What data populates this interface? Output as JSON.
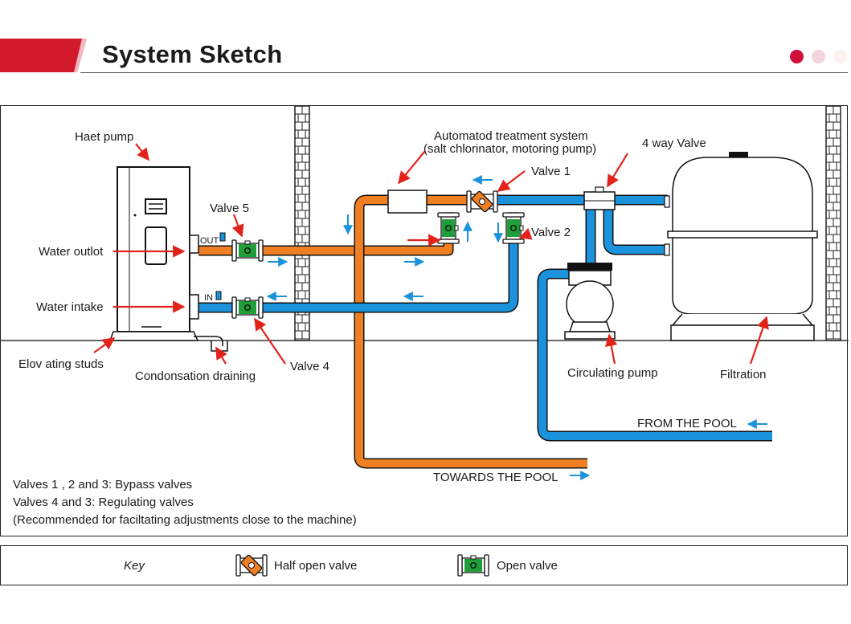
{
  "header": {
    "title": "System Sketch",
    "accent_color": "#c8102e",
    "pager": [
      {
        "color": "#d0103a",
        "state": "active"
      },
      {
        "color": "#f3d3dc",
        "state": "inactive"
      },
      {
        "color": "#faf3ef",
        "state": "inactive"
      }
    ]
  },
  "colors": {
    "hot_pipe": "#f07f23",
    "cold_pipe": "#1a93dc",
    "flow_arrow": "#1a93dc",
    "pointer_arrow": "#e2231a",
    "valve_green": "#1f9e3a",
    "outline": "#111111"
  },
  "diagram": {
    "labels": {
      "heat_pump": "Haet pump",
      "water_outlet": "Water outlot",
      "water_intake": "Water intake",
      "elevating_studs": "Elov ating studs",
      "condensation": "Condonsation draining",
      "valve5": "Valve 5",
      "valve4": "Valve 4",
      "valve1": "Valve 1",
      "valve2": "Valve 2",
      "treatment_line1": "Automatod treatment system",
      "treatment_line2": "(salt chlorinator, motoring pump)",
      "four_way": "4 way Valve",
      "circulating_pump": "Circulating pump",
      "filtration": "Filtration",
      "from_pool": "FROM THE POOL",
      "towards_pool": "TOWARDS THE POOL",
      "out_tag": "OUT",
      "in_tag": "IN"
    },
    "notes": [
      "Valves 1 , 2 and 3: Bypass valves",
      "Valves 4 and 3: Regulating valves",
      "(Recommended for faciltating adjustments close to the machine)"
    ]
  },
  "key": {
    "title": "Key",
    "items": [
      {
        "icon": "half-open-valve-icon",
        "label": "Half open valve"
      },
      {
        "icon": "open-valve-icon",
        "label": "Open valve"
      }
    ]
  }
}
